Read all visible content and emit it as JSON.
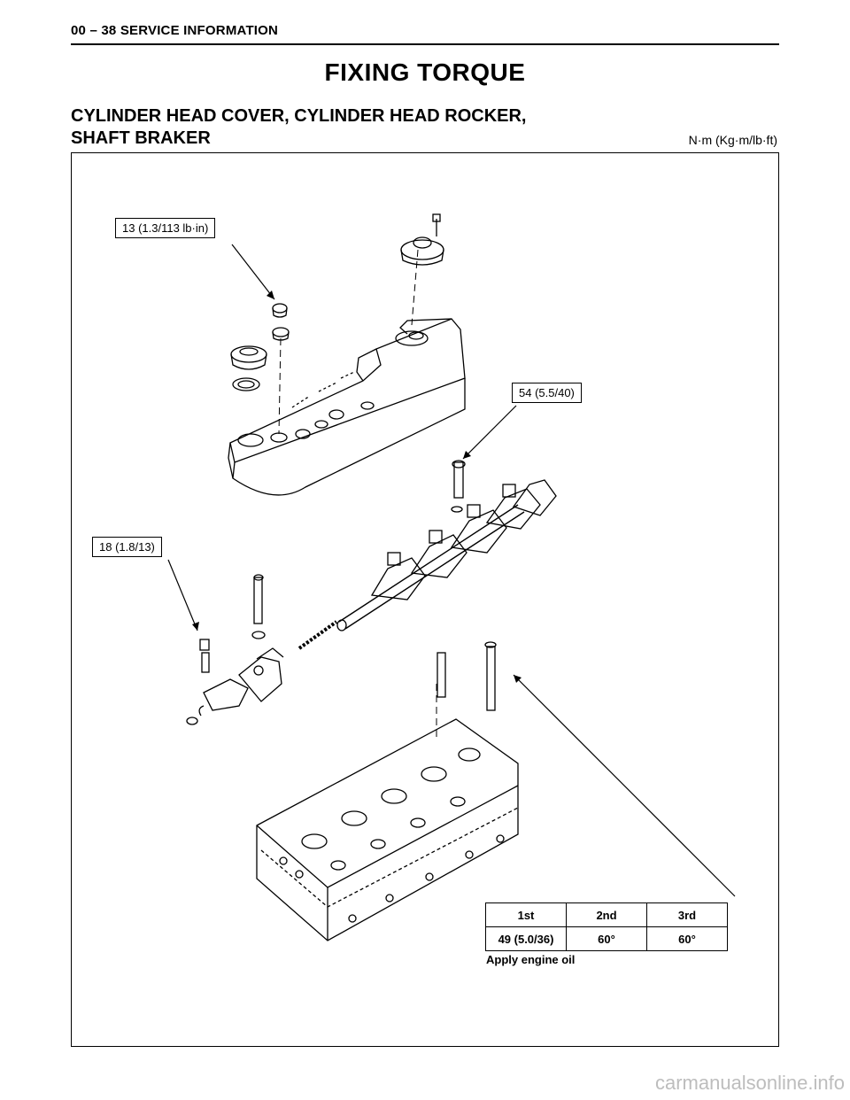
{
  "page": {
    "header": "00 – 38 SERVICE INFORMATION",
    "title": "FIXING TORQUE",
    "subtitle_line1": "CYLINDER HEAD COVER, CYLINDER HEAD ROCKER,",
    "subtitle_line2": "SHAFT BRAKER",
    "units": "N·m (Kg·m/lb·ft)"
  },
  "callouts": {
    "cover_bolt": "13 (1.3/113 lb·in)",
    "rocker_bolt": "54 (5.5/40)",
    "nut": "18  (1.8/13)"
  },
  "torque_table": {
    "headers": [
      "1st",
      "2nd",
      "3rd"
    ],
    "values": [
      "49 (5.0/36)",
      "60°",
      "60°"
    ],
    "note": "Apply engine oil"
  },
  "watermark": "carmanualsonline.info"
}
